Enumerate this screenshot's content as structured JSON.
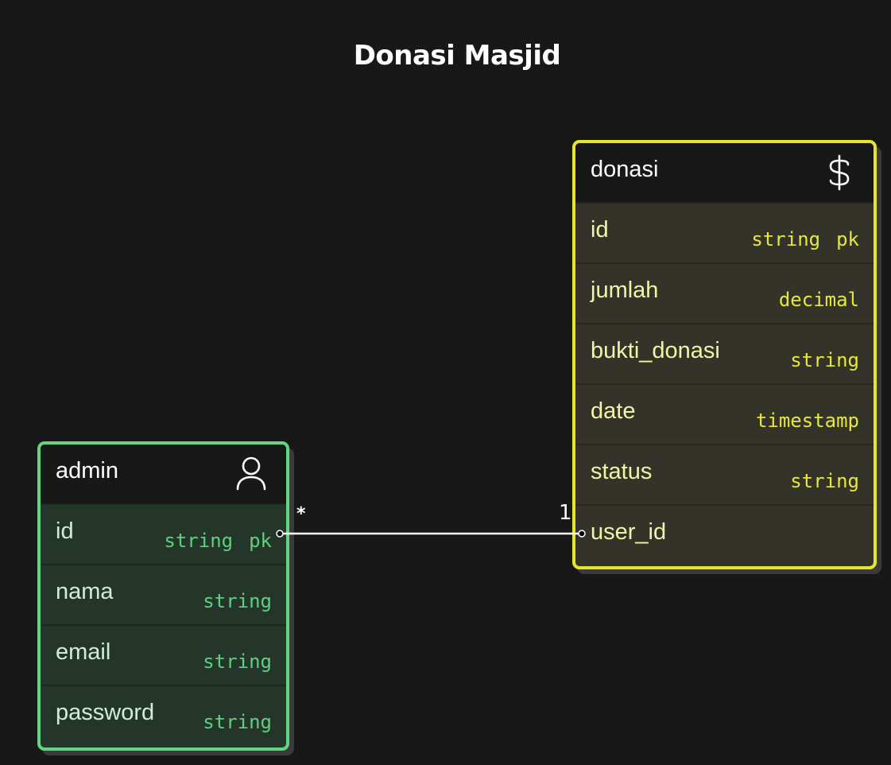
{
  "title": "Donasi Masjid",
  "entities": {
    "admin": {
      "name": "admin",
      "icon": "user-icon",
      "color": "#62d483",
      "fields": [
        {
          "name": "id",
          "type": "string",
          "key": "pk"
        },
        {
          "name": "nama",
          "type": "string",
          "key": ""
        },
        {
          "name": "email",
          "type": "string",
          "key": ""
        },
        {
          "name": "password",
          "type": "string",
          "key": ""
        }
      ]
    },
    "donasi": {
      "name": "donasi",
      "icon": "dollar-icon",
      "color": "#e6e430",
      "fields": [
        {
          "name": "id",
          "type": "string",
          "key": "pk"
        },
        {
          "name": "jumlah",
          "type": "decimal",
          "key": ""
        },
        {
          "name": "bukti_donasi",
          "type": "string",
          "key": ""
        },
        {
          "name": "date",
          "type": "timestamp",
          "key": ""
        },
        {
          "name": "status",
          "type": "string",
          "key": ""
        },
        {
          "name": "user_id",
          "type": "",
          "key": ""
        }
      ]
    }
  },
  "relationship": {
    "from_entity": "admin",
    "from_field": "id",
    "from_cardinality": "*",
    "to_entity": "donasi",
    "to_field": "user_id",
    "to_cardinality": "1"
  }
}
